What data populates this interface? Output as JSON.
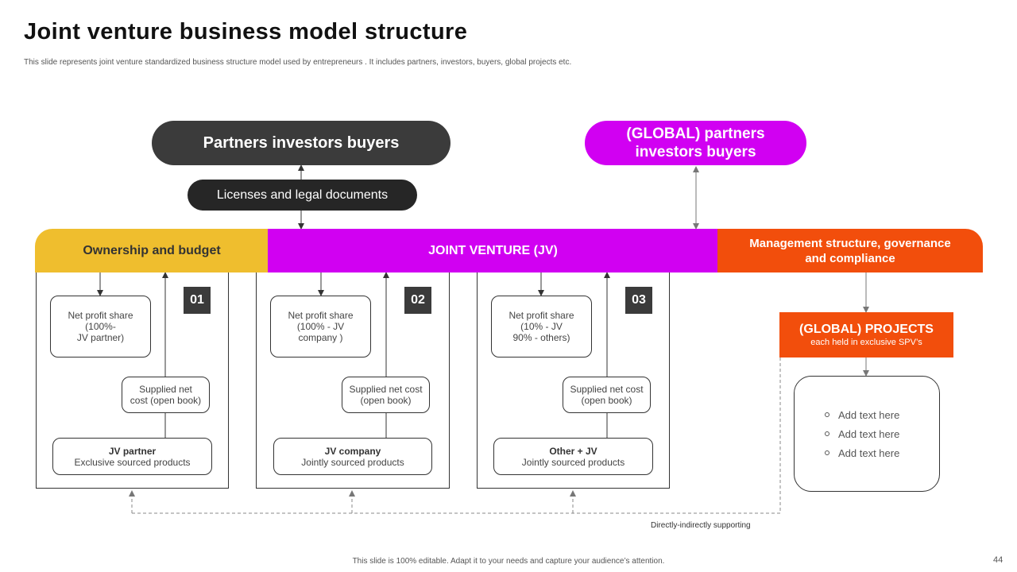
{
  "slide": {
    "title": "Joint venture business model structure",
    "subtitle": "This slide represents joint venture standardized business structure model used by entrepreneurs . It includes partners, investors, buyers, global projects etc.",
    "footer": "This slide is 100% editable. Adapt it to your needs and capture your audience’s attention.",
    "page_number": "44"
  },
  "top": {
    "partners": "Partners investors buyers",
    "global_partners_line1": "(GLOBAL) partners",
    "global_partners_line2": "investors buyers",
    "licenses": "Licenses and legal documents"
  },
  "bands": {
    "ownership": "Ownership and budget",
    "jv": "JOINT VENTURE (JV)",
    "management_line1": "Management structure, governance",
    "management_line2": "and compliance"
  },
  "columns": [
    {
      "badge": "01",
      "profit_line1": "Net profit share",
      "profit_line2": "(100%-",
      "profit_line3": "JV partner)",
      "cost_line1": "Supplied net",
      "cost_line2": "cost (open book)",
      "entity": "JV partner",
      "entity_desc": "Exclusive sourced products"
    },
    {
      "badge": "02",
      "profit_line1": "Net profit share",
      "profit_line2": "(100% - JV",
      "profit_line3": "company )",
      "cost_line1": "Supplied net cost",
      "cost_line2": "(open book)",
      "entity": "JV company",
      "entity_desc": "Jointly sourced products"
    },
    {
      "badge": "03",
      "profit_line1": "Net profit share",
      "profit_line2": "(10% - JV",
      "profit_line3": "90% - others)",
      "cost_line1": "Supplied net cost",
      "cost_line2": "(open book)",
      "entity": "Other + JV",
      "entity_desc": "Jointly sourced products"
    }
  ],
  "projects": {
    "title": "(GLOBAL) PROJECTS",
    "subtitle": "each held in exclusive SPV’s",
    "items": [
      "Add text here",
      "Add text here",
      "Add text here"
    ]
  },
  "support_label": "Directly-indirectly supporting",
  "colors": {
    "dark": "#3b3b3b",
    "magenta": "#d100f2",
    "yellow": "#efbe2e",
    "orange": "#f24e0c"
  }
}
